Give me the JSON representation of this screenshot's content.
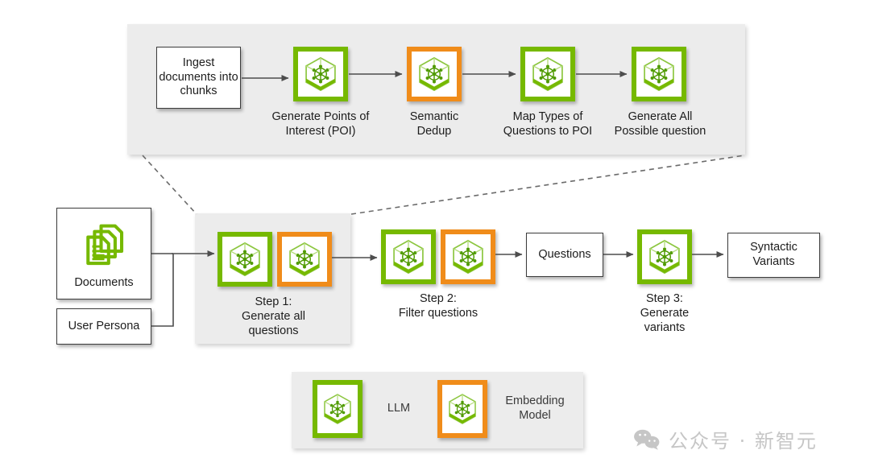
{
  "diagram": {
    "title": "Synthetic question generation pipeline",
    "colors": {
      "llm_green": "#76b900",
      "embedding_orange": "#f08c1a",
      "panel_grey": "#ececec",
      "box_border": "#3c3c3c",
      "arrow": "#4d4d4d",
      "watermark": "#c6c6c6"
    }
  },
  "detail_panel": {
    "ingest_box": "Ingest\ndocuments\ninto chunks",
    "steps": [
      {
        "caption": "Generate Points of\nInterest (POI)",
        "model": "LLM",
        "icon": "cube-network-icon"
      },
      {
        "caption": "Semantic\nDedup",
        "model": "Embedding Model",
        "icon": "cube-network-icon"
      },
      {
        "caption": "Map Types of\nQuestions to POI",
        "model": "LLM",
        "icon": "cube-network-icon"
      },
      {
        "caption": "Generate All\nPossible question",
        "model": "LLM",
        "icon": "cube-network-icon"
      }
    ]
  },
  "main_flow": {
    "inputs": [
      {
        "label": "Documents",
        "icon": "documents-icon"
      },
      {
        "label": "User\nPersona",
        "icon": "none"
      }
    ],
    "stages": [
      {
        "caption": "Step 1:\nGenerate all\nquestions",
        "chips": [
          "LLM",
          "Embedding Model"
        ]
      },
      {
        "caption": "Step 2:\nFilter questions",
        "chips": [
          "LLM",
          "Embedding Model"
        ]
      },
      {
        "caption": "Step 3:\nGenerate\nvariants",
        "chips": [
          "LLM"
        ]
      }
    ],
    "outputs": [
      {
        "label": "Questions"
      },
      {
        "label": "Syntactic\nVariants"
      }
    ]
  },
  "legend": {
    "items": [
      {
        "label": "LLM",
        "swatch": "green",
        "icon": "cube-network-icon"
      },
      {
        "label": "Embedding\nModel",
        "swatch": "orange",
        "icon": "cube-network-icon"
      }
    ]
  },
  "watermark": {
    "text": "公众号 · 新智元",
    "icon": "wechat-icon"
  }
}
